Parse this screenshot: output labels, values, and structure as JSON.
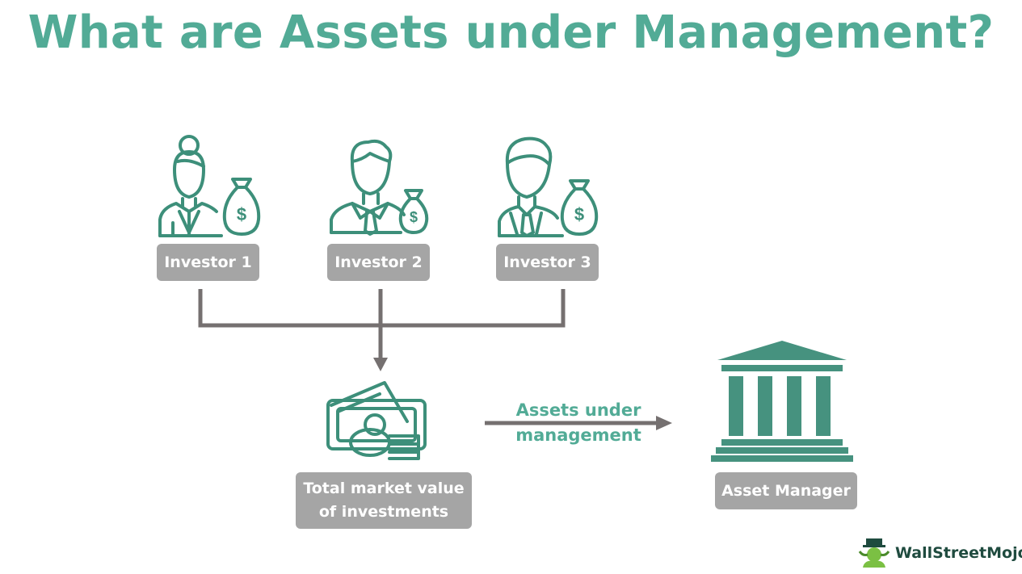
{
  "title": "What are Assets under Management?",
  "investors": [
    {
      "label": "Investor 1",
      "icon": "female-investor-icon"
    },
    {
      "label": "Investor 2",
      "icon": "male-investor-icon"
    },
    {
      "label": "Investor 3",
      "icon": "male-investor-suit-icon"
    }
  ],
  "total_box": {
    "line1": "Total market value",
    "line2": "of investments"
  },
  "flow_label": {
    "line1": "Assets under",
    "line2": "management"
  },
  "manager_label": "Asset Manager",
  "logo": {
    "text": "WallStreetMojo"
  },
  "colors": {
    "accent": "#52ab96",
    "icon": "#3d8f7a",
    "box": "#a5a5a5",
    "connector": "#757070"
  }
}
